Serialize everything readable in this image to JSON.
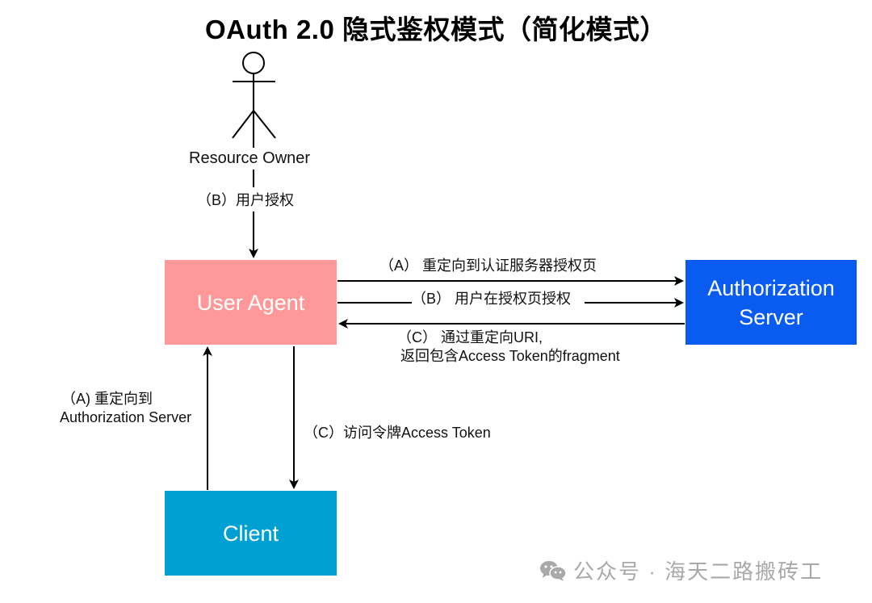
{
  "title": "OAuth 2.0 隐式鉴权模式（简化模式）",
  "actor": {
    "label": "Resource Owner",
    "icon": "stick-figure-icon"
  },
  "nodes": {
    "user_agent": {
      "label": "User Agent",
      "color": "#FF9999"
    },
    "auth_server": {
      "label_line1": "Authorization",
      "label_line2": "Server",
      "color": "#0A5CF0"
    },
    "client": {
      "label": "Client",
      "color": "#00A0D2"
    }
  },
  "edges": {
    "owner_to_agent": "（B）用户授权",
    "agent_to_server_a": "（A）  重定向到认证服务器授权页",
    "agent_to_server_b": "（B）  用户在授权页授权",
    "server_to_agent_c_line1": "（C）  通过重定向URI,",
    "server_to_agent_c_line2": "返回包含Access Token的fragment",
    "client_to_agent_a_line1": "（A) 重定向到",
    "client_to_agent_a_line2": "Authorization Server",
    "agent_to_client_c": "（C）访问令牌Access Token"
  },
  "watermark": {
    "text": "公众号 · 海天二路搬砖工",
    "icon": "wechat-icon"
  }
}
